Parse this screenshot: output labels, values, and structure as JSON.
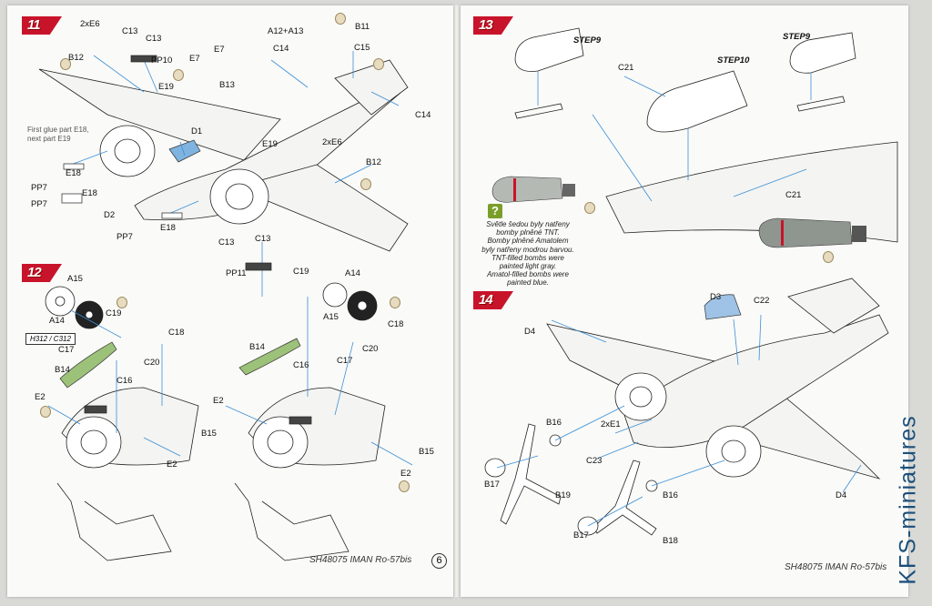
{
  "left_page": {
    "footer": "SH48075 IMAN Ro-57bis",
    "page_number": "6",
    "step11": {
      "number": "11",
      "note": [
        "First glue part E18,",
        "next part E19"
      ],
      "labels": [
        "2xE6",
        "C13",
        "C13",
        "PP10",
        "B12",
        "E7",
        "E7",
        "B13",
        "A12+A13",
        "B11",
        "C15",
        "C14",
        "C14",
        "E19",
        "D1",
        "E19",
        "2xE6",
        "B12",
        "E18",
        "PP7",
        "PP7",
        "E18",
        "D2",
        "PP7",
        "E18",
        "C13",
        "C13",
        "PP11"
      ]
    },
    "step12": {
      "number": "12",
      "box_label": "H312 / C312",
      "labels": [
        "A15",
        "A14",
        "C19",
        "C18",
        "C17",
        "C20",
        "B14",
        "C16",
        "E2",
        "B15",
        "E2",
        "C19",
        "A14",
        "A15",
        "C18",
        "B14",
        "C20",
        "C16",
        "C17",
        "E2",
        "B15",
        "E2"
      ]
    }
  },
  "right_page": {
    "footer": "SH48075 IMAN Ro-57bis",
    "step13": {
      "number": "13",
      "step_labels": [
        "STEP9",
        "STEP10",
        "STEP9"
      ],
      "labels": [
        "C21",
        "C21"
      ],
      "bomb_note": [
        "Světle šedou byly natřeny",
        "bomby plněné TNT.",
        "Bomby plněné Amatolem",
        "byly natřeny modrou barvou.",
        "TNT-filled bombs were",
        "painted light gray.",
        "Amatol-filled bombs were",
        "painted blue."
      ]
    },
    "step14": {
      "number": "14",
      "labels": [
        "D3",
        "C22",
        "D4",
        "B16",
        "2xE1",
        "C23",
        "B17",
        "B19",
        "B16",
        "B17",
        "B18",
        "D4"
      ]
    }
  },
  "watermark": "KFS-miniatures",
  "colors": {
    "step_red": "#c8142a",
    "part_green": "#9cc27a",
    "canopy_blue": "#7fb3e0",
    "bomb_gray": "#9aa19a",
    "leader_blue": "#3b8fd6",
    "brand_blue": "#1b4f7a"
  }
}
